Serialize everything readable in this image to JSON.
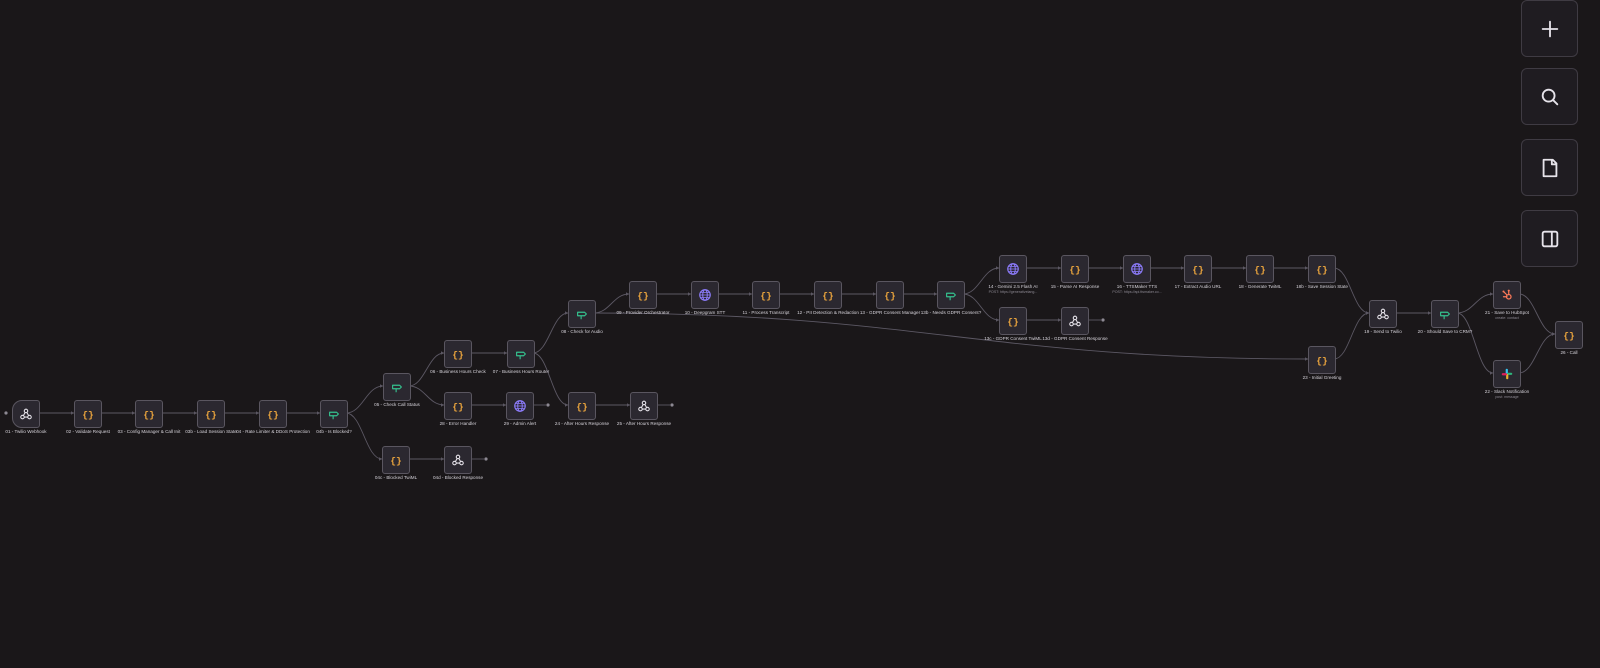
{
  "canvas": {
    "background": "#1a1719",
    "colors": {
      "code": "#e8a33d",
      "http": "#8e7dff",
      "router": "#35c28f",
      "webhook": "#e6e3ea",
      "hubspot": "#ff7a59",
      "edge": "#5c5864"
    }
  },
  "controls": [
    {
      "name": "zoom-in-button",
      "icon": "plus-icon"
    },
    {
      "name": "search-button",
      "icon": "search-icon"
    },
    {
      "name": "sticky-note-button",
      "icon": "note-icon"
    },
    {
      "name": "panel-toggle-button",
      "icon": "panel-icon"
    }
  ],
  "nodes": [
    {
      "id": "01",
      "label": "01 - Twilio Webhook",
      "icon": "webhook-icon",
      "kind": "trigger"
    },
    {
      "id": "02",
      "label": "02 - Validate Request",
      "icon": "code-icon"
    },
    {
      "id": "03",
      "label": "03 - Config Manager & Call Init",
      "icon": "code-icon"
    },
    {
      "id": "03b",
      "label": "03b - Load Session State",
      "icon": "code-icon"
    },
    {
      "id": "04",
      "label": "04 - Rate Limiter & DDoS Protection",
      "icon": "code-icon"
    },
    {
      "id": "04b",
      "label": "04b - Is Blocked?",
      "icon": "router-icon"
    },
    {
      "id": "04c",
      "label": "04c - Blocked TwiML",
      "icon": "code-icon"
    },
    {
      "id": "04d",
      "label": "04d - Blocked Response",
      "icon": "webhook-icon"
    },
    {
      "id": "05",
      "label": "05 - Check Call Status",
      "icon": "router-icon"
    },
    {
      "id": "06",
      "label": "06 - Business Hours Check",
      "icon": "code-icon"
    },
    {
      "id": "07",
      "label": "07 - Business Hours Router",
      "icon": "router-icon"
    },
    {
      "id": "28",
      "label": "28 - Error Handler",
      "icon": "code-icon"
    },
    {
      "id": "29",
      "label": "29 - Admin Alert",
      "icon": "http-icon"
    },
    {
      "id": "08",
      "label": "08 - Check for Audio",
      "icon": "router-icon"
    },
    {
      "id": "24",
      "label": "24 - After Hours Response",
      "icon": "code-icon"
    },
    {
      "id": "25",
      "label": "25 - After Hours Response",
      "icon": "webhook-icon"
    },
    {
      "id": "09",
      "label": "09 - Provider Orchestrator",
      "icon": "code-icon"
    },
    {
      "id": "10",
      "label": "10 - Deepgram STT",
      "icon": "http-icon"
    },
    {
      "id": "11",
      "label": "11 - Process Transcript",
      "icon": "code-icon"
    },
    {
      "id": "12",
      "label": "12 - PII Detection & Redaction",
      "icon": "code-icon"
    },
    {
      "id": "13",
      "label": "13 - GDPR Consent Manager",
      "icon": "code-icon"
    },
    {
      "id": "13b",
      "label": "13b - Needs GDPR Consent?",
      "icon": "router-icon"
    },
    {
      "id": "14",
      "label": "14 - Gemini 2.5 Flash AI",
      "sub": "POST: https://generativelang...",
      "icon": "http-icon"
    },
    {
      "id": "15",
      "label": "15 - Parse AI Response",
      "icon": "code-icon"
    },
    {
      "id": "16",
      "label": "16 - TTSMaker TTS",
      "sub": "POST: https://api.ttsmaker.co...",
      "icon": "http-icon"
    },
    {
      "id": "17",
      "label": "17 - Extract Audio URL",
      "icon": "code-icon"
    },
    {
      "id": "18",
      "label": "18 - Generate TwiML",
      "icon": "code-icon"
    },
    {
      "id": "18b",
      "label": "18b - Save Session State",
      "icon": "code-icon"
    },
    {
      "id": "13c",
      "label": "13c - GDPR Consent TwiML",
      "icon": "code-icon"
    },
    {
      "id": "13d",
      "label": "13d - GDPR Consent Response",
      "icon": "webhook-icon"
    },
    {
      "id": "23",
      "label": "23 - Initial Greeting",
      "icon": "code-icon"
    },
    {
      "id": "19",
      "label": "19 - Send to Twilio",
      "icon": "webhook-icon"
    },
    {
      "id": "20",
      "label": "20 - Should Save to CRM?",
      "icon": "router-icon"
    },
    {
      "id": "21",
      "label": "21 - Save to HubSpot",
      "sub": "create: contact",
      "icon": "hubspot-icon"
    },
    {
      "id": "22",
      "label": "22 - Slack Notification",
      "sub": "post: message",
      "icon": "slack-icon"
    },
    {
      "id": "26",
      "label": "26 - Call",
      "icon": "code-icon"
    }
  ]
}
